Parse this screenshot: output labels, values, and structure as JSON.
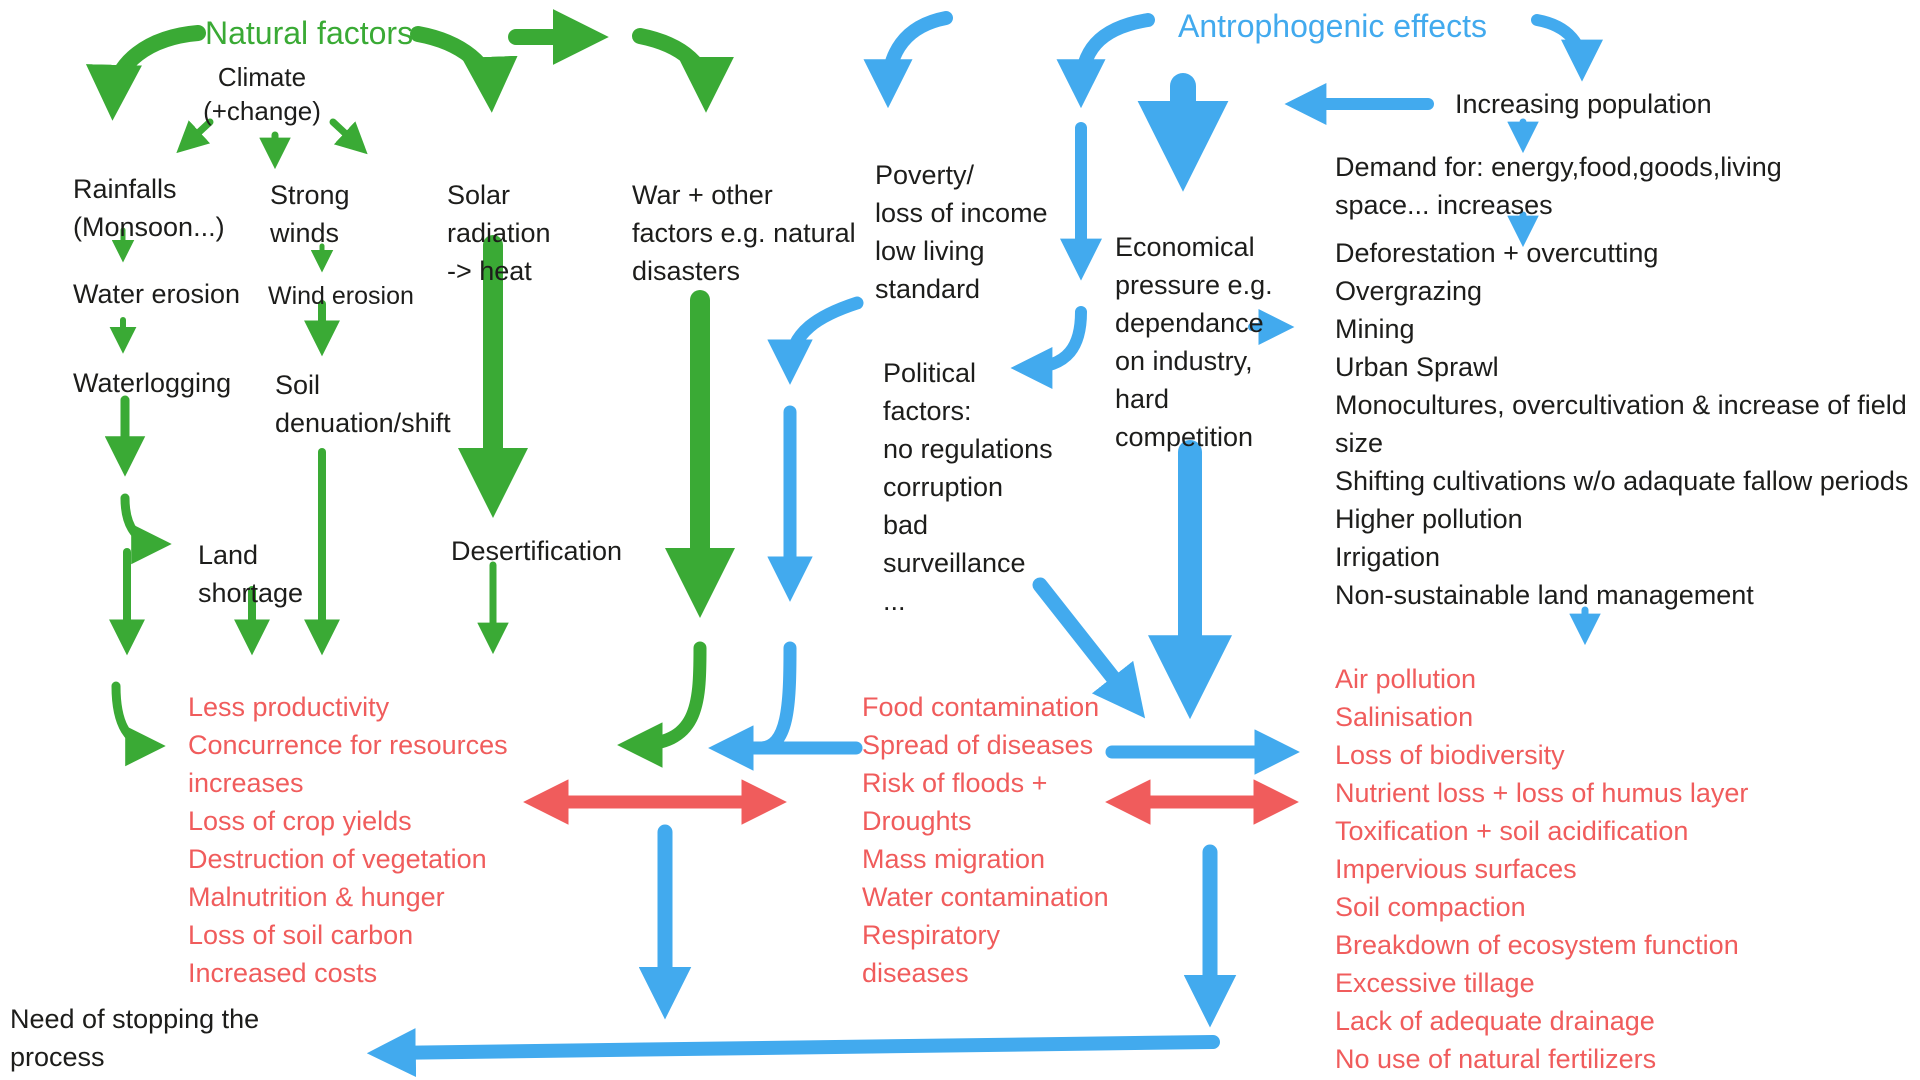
{
  "colors": {
    "green": "#3aaa35",
    "blue": "#42aaee",
    "red": "#f05c5c",
    "ink": "#1d1d1b",
    "background": "#ffffff"
  },
  "titles": {
    "natural": "Natural factors",
    "anthropogenic": "Antrophogenic effects"
  },
  "natural": {
    "climate": [
      "Climate",
      "(+change)"
    ],
    "rainfalls": [
      "Rainfalls",
      "(Monsoon...)"
    ],
    "strong_winds": [
      "Strong",
      "winds"
    ],
    "solar": [
      "Solar",
      "radiation",
      "-> heat"
    ],
    "war": [
      "War + other",
      "factors e.g. natural",
      "disasters"
    ],
    "water_erosion": "Water erosion",
    "wind_erosion": "Wind erosion",
    "waterlogging": "Waterlogging",
    "soil_denuation": [
      "Soil",
      "denuation/shift"
    ],
    "land_shortage": [
      "Land",
      "shortage"
    ],
    "desertification": "Desertification"
  },
  "anthropogenic": {
    "poverty": [
      "Poverty/",
      "loss of income",
      "low living",
      "standard"
    ],
    "political": [
      "Political",
      "factors:",
      "no regulations",
      "corruption",
      "bad",
      "surveillance",
      "..."
    ],
    "economical": [
      "Economical",
      "pressure e.g.",
      "dependance",
      "on industry,",
      "hard",
      "competition"
    ],
    "increasing_population": "Increasing population",
    "demand": [
      "Demand for: energy,food,goods,living",
      "space... increases"
    ],
    "activities": [
      "Deforestation + overcutting",
      "Overgrazing",
      "Mining",
      "Urban Sprawl",
      "Monocultures, overcultivation & increase of field",
      "size",
      "Shifting cultivations w/o adaquate fallow periods",
      "Higher pollution",
      "Irrigation",
      "Non-sustainable land management"
    ]
  },
  "outcomes": {
    "left": [
      "Less productivity",
      "Concurrence for resources",
      "increases",
      "Loss of crop yields",
      "Destruction of vegetation",
      "Malnutrition & hunger",
      "Loss of soil carbon",
      "Increased costs"
    ],
    "middle": [
      "Food contamination",
      "Spread of diseases",
      "Risk of floods +",
      "Droughts",
      "Mass migration",
      "Water contamination",
      "Respiratory",
      "diseases"
    ],
    "right": [
      "Air pollution",
      "Salinisation",
      "Loss of biodiversity",
      "Nutrient loss + loss of humus layer",
      "Toxification + soil acidification",
      "Impervious surfaces",
      "Soil compaction",
      "Breakdown of ecosystem function",
      "Excessive tillage",
      "Lack of adequate drainage",
      "No use of natural fertilizers"
    ]
  },
  "footer": {
    "need": [
      "Need of stopping the",
      "process"
    ]
  }
}
